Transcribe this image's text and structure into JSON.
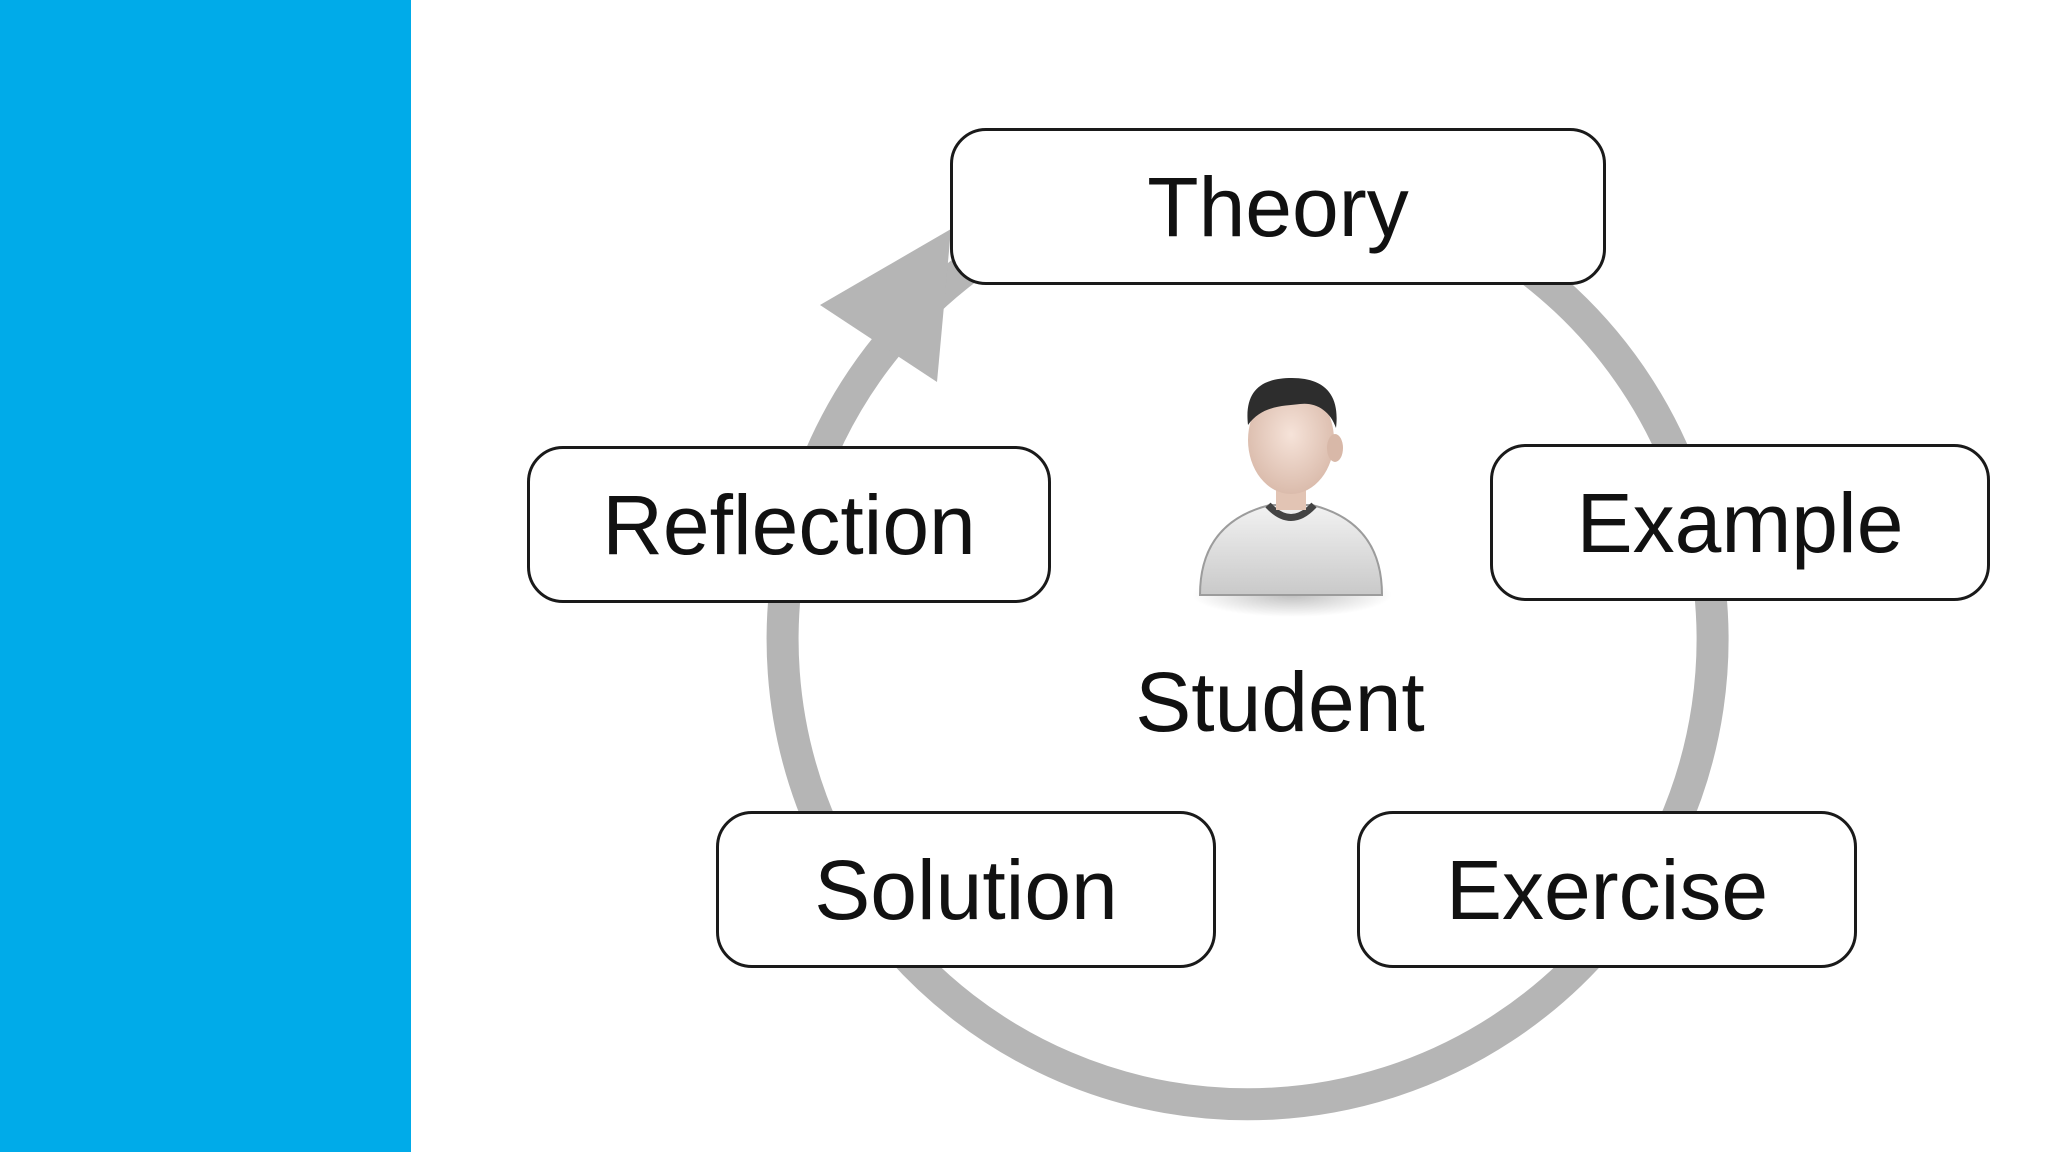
{
  "diagram": {
    "stages": [
      {
        "id": "theory",
        "label": "Theory"
      },
      {
        "id": "example",
        "label": "Example"
      },
      {
        "id": "exercise",
        "label": "Exercise"
      },
      {
        "id": "solution",
        "label": "Solution"
      },
      {
        "id": "reflection",
        "label": "Reflection"
      }
    ],
    "center_label": "Student",
    "center_icon": "student-avatar-icon",
    "cycle_direction": "clockwise",
    "colors": {
      "side_panel": "#00abe9",
      "cycle_arrow": "#b5b5b5",
      "box_border": "#1a1a1a"
    }
  }
}
